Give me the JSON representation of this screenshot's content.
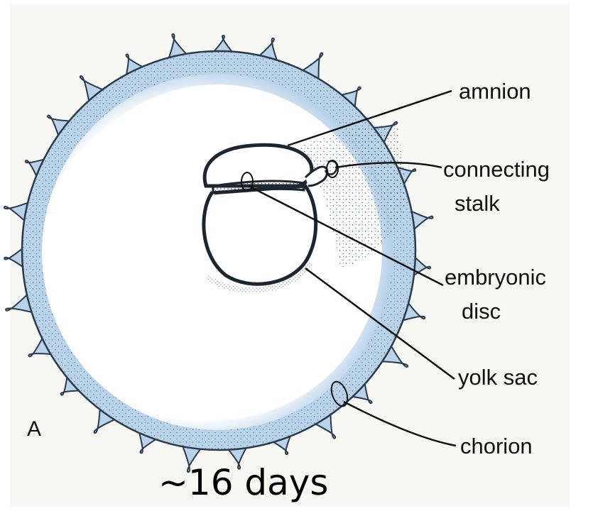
{
  "labels": {
    "amnion": "amnion",
    "connecting_line1": "connecting",
    "connecting_line2": "stalk",
    "embryonic_line1": "embryonic",
    "embryonic_line2": "disc",
    "yolk_sac": "yolk sac",
    "chorion": "chorion"
  },
  "panel_letter": "A",
  "caption": "~16 days",
  "colors": {
    "chorion_fill": "#b9d3ea",
    "inner_fill": "#ffffff",
    "outline": "#2a3a4a",
    "stipple": "#3a4654",
    "leader": "#111111"
  }
}
